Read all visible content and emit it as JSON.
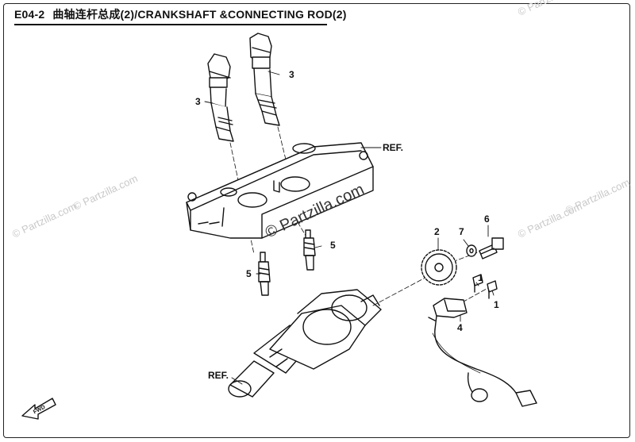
{
  "header": {
    "code": "E04-2",
    "title": "曲轴连杆总成(2)/CRANKSHAFT &CONNECTING ROD(2)"
  },
  "callouts": {
    "c3a": "3",
    "c3b": "3",
    "c5a": "5",
    "c5b": "5",
    "c2": "2",
    "c7": "7",
    "c6": "6",
    "c1a": "1",
    "c1b": "1",
    "c4": "4"
  },
  "refs": {
    "ref_cover": "REF.",
    "ref_crank": "REF."
  },
  "fwd": "FWD",
  "watermarks": {
    "center": "© Partzilla.com",
    "tile": "© Partzilla.com"
  },
  "colors": {
    "line": "#111111",
    "watermark": "#c9c9c9"
  }
}
